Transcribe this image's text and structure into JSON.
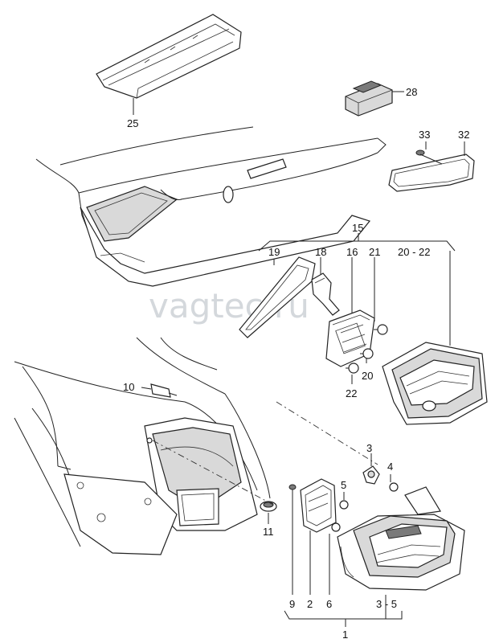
{
  "watermark": "vagtec.ru",
  "callouts": {
    "c1": "1",
    "c2": "2",
    "c3": "3",
    "c3_5": "3 - 5",
    "c4": "4",
    "c5": "5",
    "c6": "6",
    "c9": "9",
    "c10": "10",
    "c11": "11",
    "c15": "15",
    "c16": "16",
    "c18": "18",
    "c19": "19",
    "c20": "20",
    "c20_22": "20 - 22",
    "c21": "21",
    "c22": "22",
    "c25": "25",
    "c28": "28",
    "c32": "32",
    "c33": "33"
  }
}
